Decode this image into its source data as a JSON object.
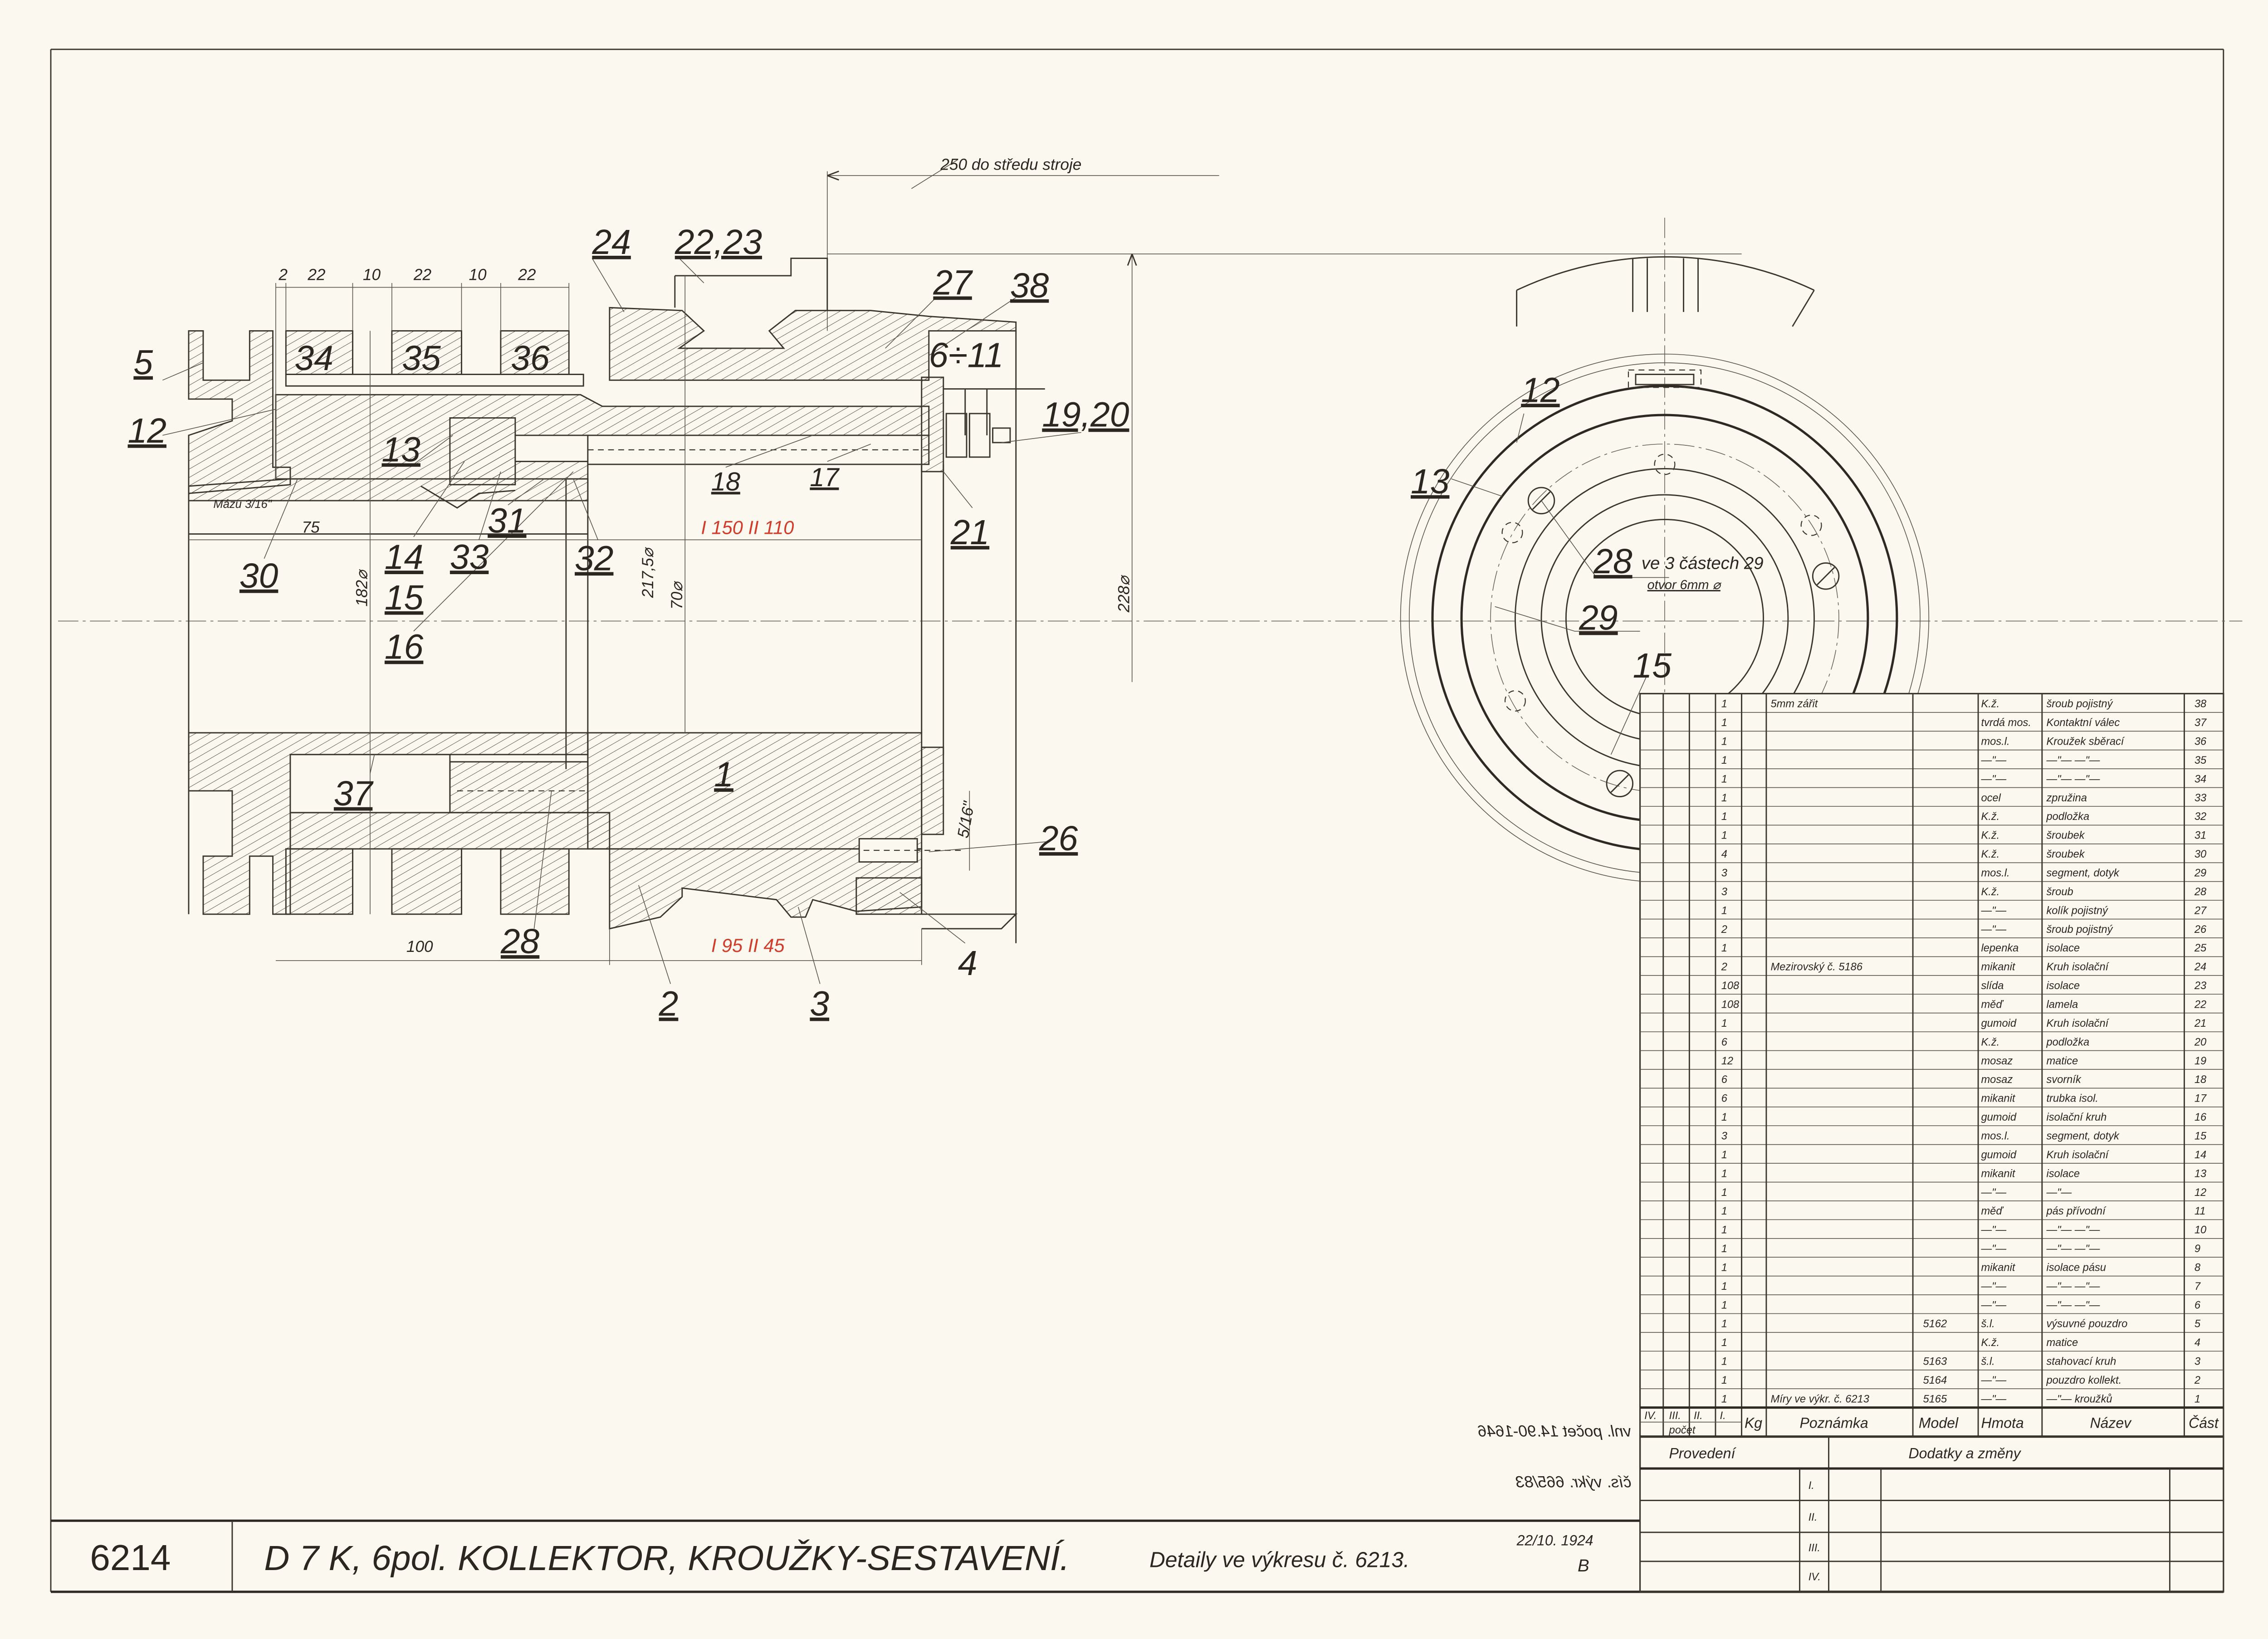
{
  "drawing": {
    "number": "6214",
    "title": "D 7 K, 6pol. KOLLEKTOR, KROUŽKY-SESTAVENÍ.",
    "details_note": "Detaily ve výkresu č. 6213.",
    "date": "22/10. 1924",
    "revision": "B"
  },
  "section_view": {
    "callouts": {
      "c5": "5",
      "c12": "12",
      "c34": "34",
      "c35": "35",
      "c36": "36",
      "c24": "24",
      "c2223": "22,23",
      "c27": "27",
      "c38": "38",
      "c611": "6÷11",
      "c1920": "19,20",
      "c13": "13",
      "c18": "18",
      "c17": "17",
      "c21": "21",
      "c30": "30",
      "c14": "14",
      "c33": "33",
      "c31": "31",
      "c32": "32",
      "c15": "15",
      "c16": "16",
      "c37": "37",
      "c1": "1",
      "c26": "26",
      "c28": "28",
      "c2": "2",
      "c3": "3",
      "c4": "4"
    },
    "dimensions": {
      "d2": "2",
      "d22a": "22",
      "d10a": "10",
      "d22b": "22",
      "d10b": "10",
      "d22c": "22",
      "d75": "75",
      "d182": "182⌀",
      "d217": "217,5⌀",
      "d70": "70⌀",
      "d228": "228⌀",
      "d100": "100",
      "d516": "5/16\"",
      "machine_center": "250 do středu stroje",
      "grease": "Mázu 3/16\""
    },
    "red_dimensions": {
      "upper": "I 150  II 110",
      "lower": "I 95  II 45"
    }
  },
  "end_view": {
    "c12": "12",
    "c13": "13",
    "c28": "28",
    "c28_note": "ve 3 částech 29",
    "c28_sub": "otvor 6mm ⌀",
    "c29": "29",
    "c15": "15"
  },
  "parts_table": {
    "headers": {
      "roman": [
        "IV.",
        "III.",
        "II.",
        "I."
      ],
      "count": "počet",
      "kg": "Kg",
      "note": "Poznámka",
      "model": "Model",
      "material": "Hmota",
      "name": "Název",
      "part": "Část"
    },
    "rows": [
      {
        "qty": "1",
        "note": "5mm zářit",
        "model": "",
        "material": "K.ž.",
        "name": "šroub pojistný",
        "part": "38"
      },
      {
        "qty": "1",
        "note": "",
        "model": "",
        "material": "tvrdá mos.",
        "name": "Kontaktní válec",
        "part": "37"
      },
      {
        "qty": "1",
        "note": "",
        "model": "",
        "material": "mos.l.",
        "name": "Kroužek sběrací",
        "part": "36"
      },
      {
        "qty": "1",
        "note": "",
        "model": "",
        "material": "—\"—",
        "name": "—\"—   —\"—",
        "part": "35"
      },
      {
        "qty": "1",
        "note": "",
        "model": "",
        "material": "—\"—",
        "name": "—\"—   —\"—",
        "part": "34"
      },
      {
        "qty": "1",
        "note": "",
        "model": "",
        "material": "ocel",
        "name": "zpružina",
        "part": "33"
      },
      {
        "qty": "1",
        "note": "",
        "model": "",
        "material": "K.ž.",
        "name": "podložka",
        "part": "32"
      },
      {
        "qty": "1",
        "note": "",
        "model": "",
        "material": "K.ž.",
        "name": "šroubek",
        "part": "31"
      },
      {
        "qty": "4",
        "note": "",
        "model": "",
        "material": "K.ž.",
        "name": "šroubek",
        "part": "30"
      },
      {
        "qty": "3",
        "note": "",
        "model": "",
        "material": "mos.l.",
        "name": "segment, dotyk",
        "part": "29"
      },
      {
        "qty": "3",
        "note": "",
        "model": "",
        "material": "K.ž.",
        "name": "šroub",
        "part": "28"
      },
      {
        "qty": "1",
        "note": "",
        "model": "",
        "material": "—\"—",
        "name": "kolík pojistný",
        "part": "27"
      },
      {
        "qty": "2",
        "note": "",
        "model": "",
        "material": "—\"—",
        "name": "šroub pojistný",
        "part": "26"
      },
      {
        "qty": "1",
        "note": "",
        "model": "",
        "material": "lepenka",
        "name": "isolace",
        "part": "25"
      },
      {
        "qty": "2",
        "note": "Mezirovský č. 5186",
        "model": "",
        "material": "mikanit",
        "name": "Kruh isolační",
        "part": "24"
      },
      {
        "qty": "108",
        "note": "",
        "model": "",
        "material": "slída",
        "name": "isolace",
        "part": "23"
      },
      {
        "qty": "108",
        "note": "",
        "model": "",
        "material": "měď",
        "name": "lamela",
        "part": "22"
      },
      {
        "qty": "1",
        "note": "",
        "model": "",
        "material": "gumoid",
        "name": "Kruh isolační",
        "part": "21"
      },
      {
        "qty": "6",
        "note": "",
        "model": "",
        "material": "K.ž.",
        "name": "podložka",
        "part": "20"
      },
      {
        "qty": "12",
        "note": "",
        "model": "",
        "material": "mosaz",
        "name": "matice",
        "part": "19"
      },
      {
        "qty": "6",
        "note": "",
        "model": "",
        "material": "mosaz",
        "name": "svorník",
        "part": "18"
      },
      {
        "qty": "6",
        "note": "",
        "model": "",
        "material": "mikanit",
        "name": "trubka isol.",
        "part": "17"
      },
      {
        "qty": "1",
        "note": "",
        "model": "",
        "material": "gumoid",
        "name": "isolační kruh",
        "part": "16"
      },
      {
        "qty": "3",
        "note": "",
        "model": "",
        "material": "mos.l.",
        "name": "segment, dotyk",
        "part": "15"
      },
      {
        "qty": "1",
        "note": "",
        "model": "",
        "material": "gumoid",
        "name": "Kruh isolační",
        "part": "14"
      },
      {
        "qty": "1",
        "note": "",
        "model": "",
        "material": "mikanit",
        "name": "isolace",
        "part": "13"
      },
      {
        "qty": "1",
        "note": "",
        "model": "",
        "material": "—\"—",
        "name": "—\"—",
        "part": "12"
      },
      {
        "qty": "1",
        "note": "",
        "model": "",
        "material": "měď",
        "name": "pás přívodní",
        "part": "11"
      },
      {
        "qty": "1",
        "note": "",
        "model": "",
        "material": "—\"—",
        "name": "—\"—   —\"—",
        "part": "10"
      },
      {
        "qty": "1",
        "note": "",
        "model": "",
        "material": "—\"—",
        "name": "—\"—   —\"—",
        "part": "9"
      },
      {
        "qty": "1",
        "note": "",
        "model": "",
        "material": "mikanit",
        "name": "isolace pásu",
        "part": "8"
      },
      {
        "qty": "1",
        "note": "",
        "model": "",
        "material": "—\"—",
        "name": "—\"—   —\"—",
        "part": "7"
      },
      {
        "qty": "1",
        "note": "",
        "model": "",
        "material": "—\"—",
        "name": "—\"—   —\"—",
        "part": "6"
      },
      {
        "qty": "1",
        "note": "",
        "model": "5162",
        "material": "š.l.",
        "name": "výsuvné pouzdro",
        "part": "5"
      },
      {
        "qty": "1",
        "note": "",
        "model": "",
        "material": "K.ž.",
        "name": "matice",
        "part": "4"
      },
      {
        "qty": "1",
        "note": "",
        "model": "5163",
        "material": "š.l.",
        "name": "stahovací kruh",
        "part": "3"
      },
      {
        "qty": "1",
        "note": "",
        "model": "5164",
        "material": "—\"—",
        "name": "pouzdro kollekt.",
        "part": "2"
      },
      {
        "qty": "1",
        "note": "Míry ve výkr. č. 6213",
        "model": "5165",
        "material": "—\"—",
        "name": "—\"— kroužků",
        "part": "1"
      }
    ]
  },
  "revision_block": {
    "execution": "Provedení",
    "changes": "Dodatky a změny",
    "rows": [
      "I.",
      "II.",
      "III.",
      "IV."
    ]
  },
  "margin_notes": {
    "count_note": "vnl. počet 14.90-1646",
    "drawing_ref": "čís. výkr. 665/83"
  }
}
